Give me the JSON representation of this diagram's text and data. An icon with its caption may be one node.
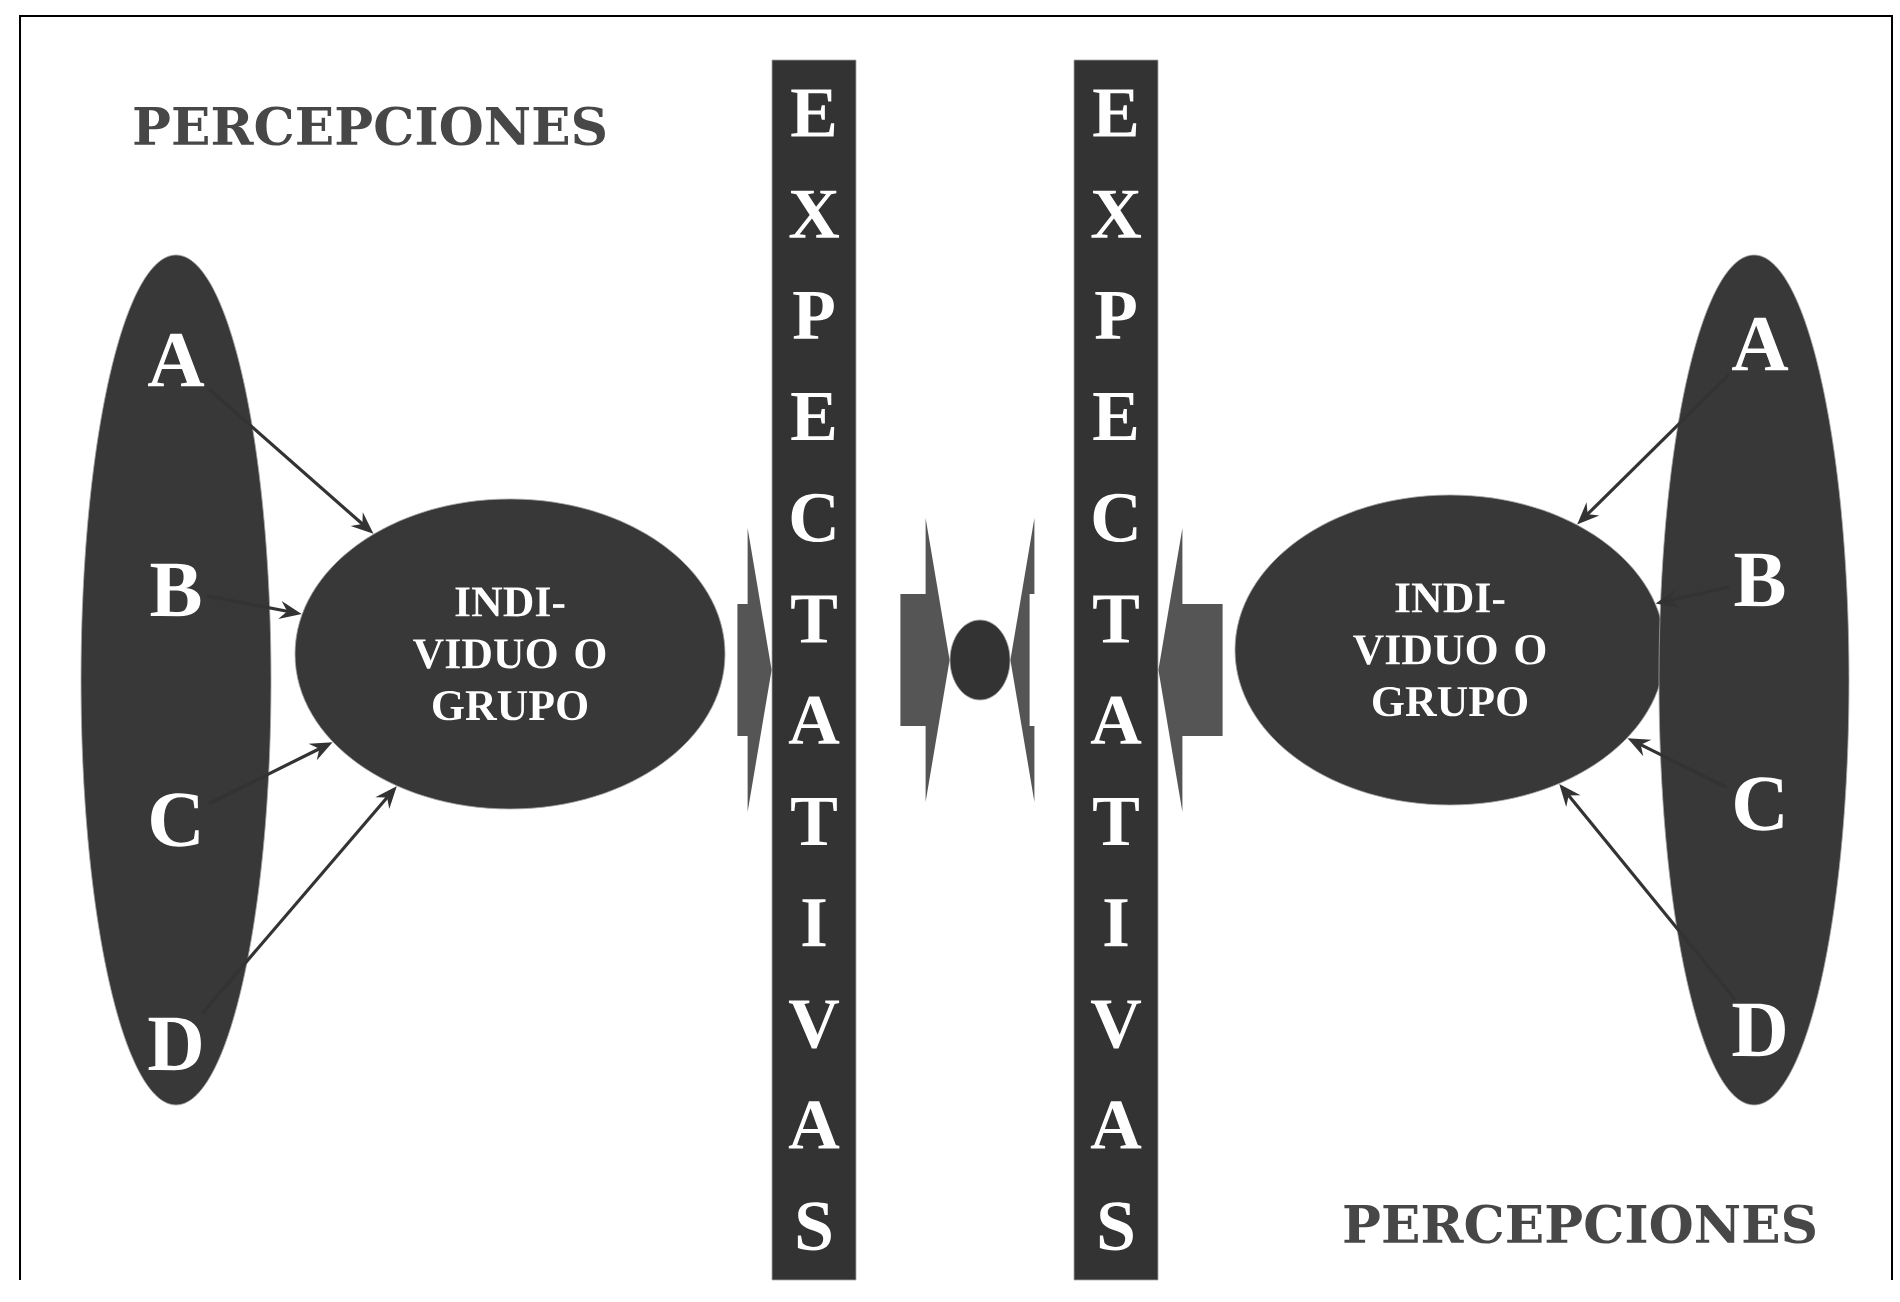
{
  "diagram": {
    "nodes": [
      {
        "text": [],
        "shape": "ellipse"
      },
      {
        "text": [
          "A"
        ],
        "in": 0
      },
      {
        "text": [
          "B"
        ],
        "in": 0
      },
      {
        "text": [
          "C"
        ],
        "in": 0
      },
      {
        "text": [
          "D"
        ],
        "in": 0
      },
      {
        "text": [
          "INDI- VIDUO O GRUPO"
        ]
      },
      {
        "text": [
          "EXPECTATIVAS"
        ]
      },
      {
        "text": [],
        "shape": "circle"
      },
      {
        "text": [
          "EXPECTATIVAS"
        ]
      },
      {
        "text": [
          "INDI- VIDUO O GRUPO"
        ]
      },
      {
        "text": [],
        "shape": "ellipse"
      },
      {
        "text": [
          "A"
        ],
        "in": 10
      },
      {
        "text": [
          "B"
        ],
        "in": 10
      },
      {
        "text": [
          "C"
        ],
        "in": 10
      },
      {
        "text": [
          "D"
        ],
        "in": 10
      }
    ],
    "edges": [
      {
        "from": 1,
        "to": 5,
        "arrow": "to"
      },
      {
        "from": 2,
        "to": 5,
        "arrow": "to"
      },
      {
        "from": 3,
        "to": 5,
        "arrow": "to"
      },
      {
        "from": 4,
        "to": 5,
        "arrow": "to"
      },
      {
        "from": 5,
        "to": 6,
        "arrow": "to",
        "style": "thick",
        "color": "#555555"
      },
      {
        "from": 6,
        "to": 7,
        "arrow": "to",
        "style": "thick",
        "color": "#555555"
      },
      {
        "from": 8,
        "to": 7,
        "arrow": "to",
        "style": "thick",
        "color": "#555555"
      },
      {
        "from": 9,
        "to": 8,
        "arrow": "to",
        "style": "thick",
        "color": "#555555"
      },
      {
        "from": 11,
        "to": 9,
        "arrow": "to"
      },
      {
        "from": 12,
        "to": 9,
        "arrow": "to"
      },
      {
        "from": 13,
        "to": 9,
        "arrow": "to"
      },
      {
        "from": 14,
        "to": 9,
        "arrow": "to"
      }
    ],
    "labels": [
      "PERCEPCIONES",
      "PERCEPCIONES"
    ]
  }
}
